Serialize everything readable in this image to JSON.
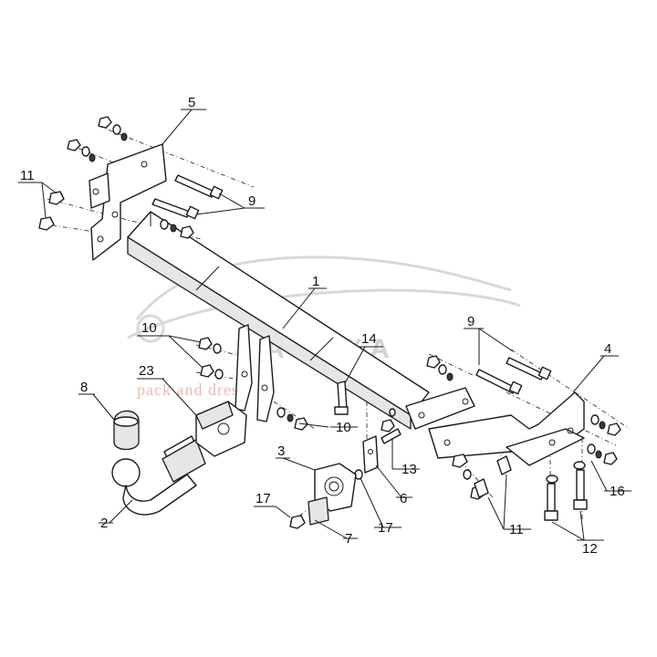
{
  "watermark": {
    "brand": "АНАКА",
    "tagline": "pack and dress"
  },
  "callouts": [
    {
      "id": "c5",
      "label": "5"
    },
    {
      "id": "c11a",
      "label": "11"
    },
    {
      "id": "c9a",
      "label": "9"
    },
    {
      "id": "c1",
      "label": "1"
    },
    {
      "id": "c9b",
      "label": "9"
    },
    {
      "id": "c4",
      "label": "4"
    },
    {
      "id": "c10a",
      "label": "10"
    },
    {
      "id": "c14",
      "label": "14"
    },
    {
      "id": "c23",
      "label": "23"
    },
    {
      "id": "c8",
      "label": "8"
    },
    {
      "id": "c10b",
      "label": "10"
    },
    {
      "id": "c3",
      "label": "3"
    },
    {
      "id": "c13",
      "label": "13"
    },
    {
      "id": "c6",
      "label": "6"
    },
    {
      "id": "c17a",
      "label": "17"
    },
    {
      "id": "c17b",
      "label": "17"
    },
    {
      "id": "c7",
      "label": "7"
    },
    {
      "id": "c2",
      "label": "2"
    },
    {
      "id": "c11b",
      "label": "11"
    },
    {
      "id": "c16",
      "label": "16"
    },
    {
      "id": "c12",
      "label": "12"
    }
  ]
}
